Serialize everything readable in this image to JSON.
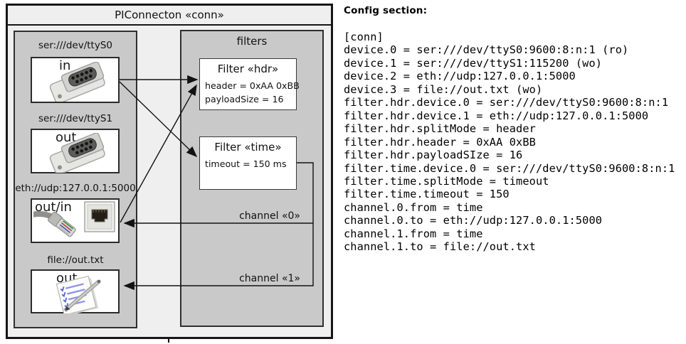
{
  "diagram": {
    "title": "PIConnecton «conn»",
    "devices_panel": {
      "devices": [
        {
          "label": "ser:///dev/ttyS0",
          "mode": "in",
          "icon": "serial-connector"
        },
        {
          "label": "ser:///dev/ttyS1",
          "mode": "out",
          "icon": "serial-connector"
        },
        {
          "label": "eth://udp:127.0.0.1:5000",
          "mode": "out/in",
          "icon": "ethernet-rj45"
        },
        {
          "label": "file://out.txt",
          "mode": "out",
          "icon": "notepad-pen"
        }
      ]
    },
    "filters_panel": {
      "title": "filters",
      "filters": [
        {
          "title": "Filter «hdr»",
          "params": [
            "header = 0xAA 0xBB",
            "payloadSize = 16"
          ]
        },
        {
          "title": "Filter «time»",
          "params": [
            "timeout = 150 ms"
          ]
        }
      ]
    },
    "channels": [
      {
        "label": "channel «0»"
      },
      {
        "label": "channel «1»"
      }
    ]
  },
  "config": {
    "heading": "Config section:",
    "lines": [
      "[conn]",
      "device.0 = ser:///dev/ttyS0:9600:8:n:1 (ro)",
      "device.1 = ser:///dev/ttyS1:115200 (wo)",
      "device.2 = eth://udp:127.0.0.1:5000",
      "device.3 = file://out.txt (wo)",
      "filter.hdr.device.0 = ser:///dev/ttyS0:9600:8:n:1",
      "filter.hdr.device.1 = eth://udp:127.0.0.1:5000",
      "filter.hdr.splitMode = header",
      "filter.hdr.header = 0xAA 0xBB",
      "filter.hdr.payloadSIze = 16",
      "filter.time.device.0 = ser:///dev/ttyS0:9600:8:n:1",
      "filter.time.splitMode = timeout",
      "filter.time.timeout = 150",
      "channel.0.from = time",
      "channel.0.to = eth://udp:127.0.0.1:5000",
      "channel.1.from = time",
      "channel.1.to = file://out.txt"
    ]
  },
  "colors": {
    "panel_gray": "#c9c9c9",
    "diagram_background": "#efefef",
    "box_white": "#ffffff",
    "line_dark": "#161616",
    "note_line_blue": "#8f95e8"
  }
}
